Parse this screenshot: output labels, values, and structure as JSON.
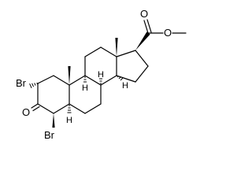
{
  "molecule": {
    "atom_labels": {
      "bromo_2": "Br",
      "oxo_3": "O",
      "bromo_4": "Br",
      "ester_carbonyl_o": "O",
      "ester_ether_o": "O"
    },
    "stereo_hydrogens": {
      "h_5": "H",
      "h_8": "H",
      "h_9": "H",
      "h_14": "H"
    }
  }
}
